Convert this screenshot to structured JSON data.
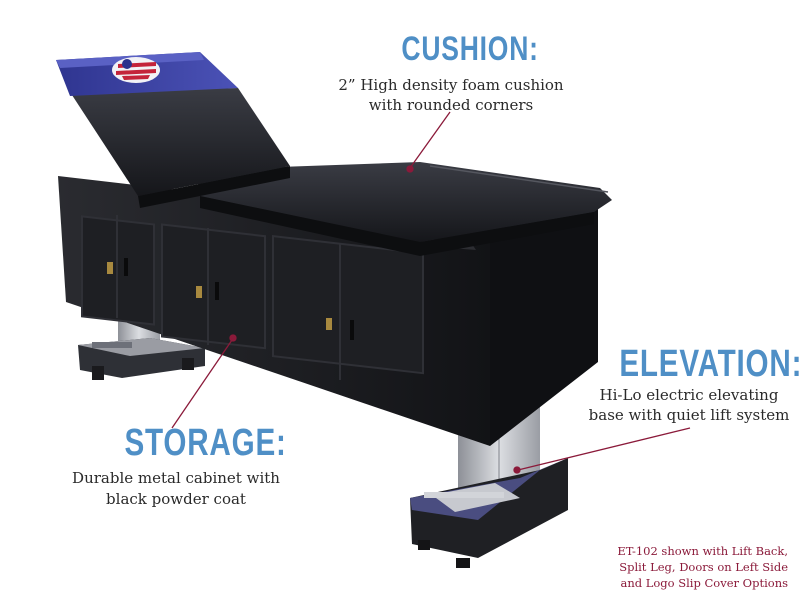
{
  "callouts": {
    "cushion": {
      "heading": "CUSHION:",
      "line1": "2” High density foam cushion",
      "line2": "with rounded corners"
    },
    "elevation": {
      "heading": "ELEVATION:",
      "line1": "Hi-Lo electric elevating",
      "line2": "base with quiet lift system"
    },
    "storage": {
      "heading": "STORAGE:",
      "line1": "Durable metal cabinet with",
      "line2": "black powder coat"
    }
  },
  "footnote": {
    "line1": "ET-102 shown with Lift Back,",
    "line2": "Split Leg, Doors on Left Side",
    "line3": "and Logo Slip Cover Options"
  },
  "colors": {
    "heading": "#4f8fc6",
    "leader_line": "#8b1a3a",
    "footnote": "#8b1a3a",
    "cushion_vinyl": "#1c1d22",
    "cabinet": "#17181b",
    "headrest_accent": "#3b3f9e",
    "lift_column": "#b9bcc2"
  },
  "icons": {
    "headrest_logo": "patriot-logo-icon"
  }
}
